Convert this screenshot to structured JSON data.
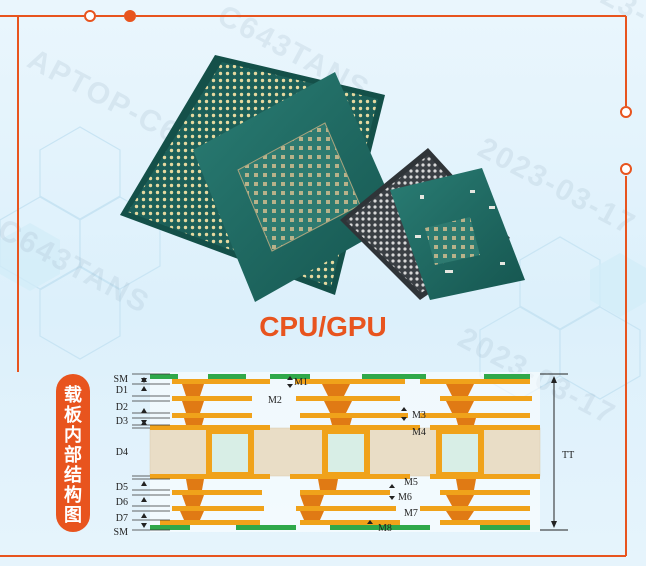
{
  "title": "CPU/GPU",
  "sidebar_label": "载板内部结构图",
  "watermark": {
    "line1": "2023-03-17",
    "line2": "C643TANS",
    "line3": "APTOP-C6"
  },
  "layers_left": [
    "SM",
    "D1",
    "D2",
    "D3",
    "D4",
    "D5",
    "D6",
    "D7",
    "SM"
  ],
  "metals": [
    "M1",
    "M2",
    "M3",
    "M4",
    "M5",
    "M6",
    "M7",
    "M8"
  ],
  "thickness_label": "TT",
  "colors": {
    "accent": "#e8541e",
    "copper": "#f0a21a",
    "via": "#e07a14",
    "soldermask": "#2fa84a",
    "core": "#e9ddc6",
    "board": "#1f6a63"
  }
}
